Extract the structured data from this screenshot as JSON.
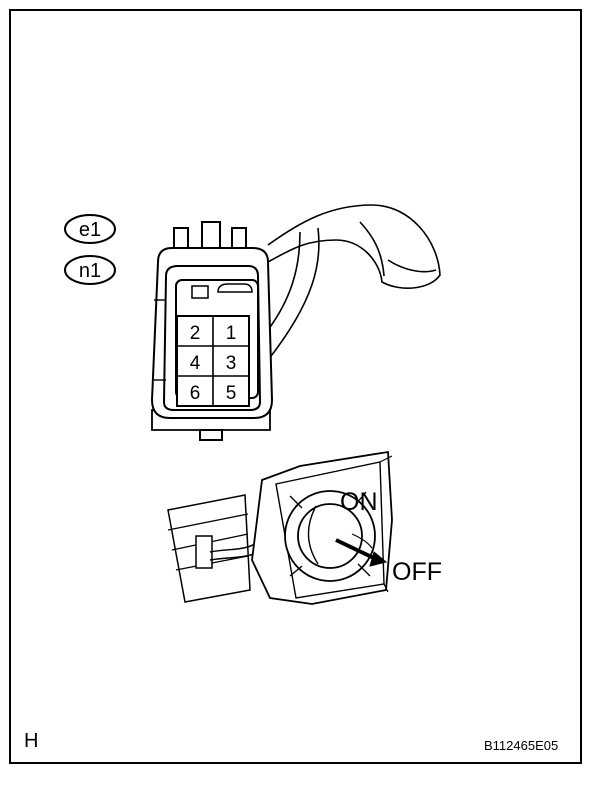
{
  "labels": {
    "tag_top": "e1",
    "tag_bottom": "n1",
    "on": "ON",
    "off": "OFF",
    "corner_letter": "H",
    "figure_code": "B112465E05"
  },
  "connector": {
    "pins": [
      "2",
      "1",
      "4",
      "3",
      "6",
      "5"
    ]
  },
  "colors": {
    "line": "#000000",
    "background": "#ffffff"
  }
}
